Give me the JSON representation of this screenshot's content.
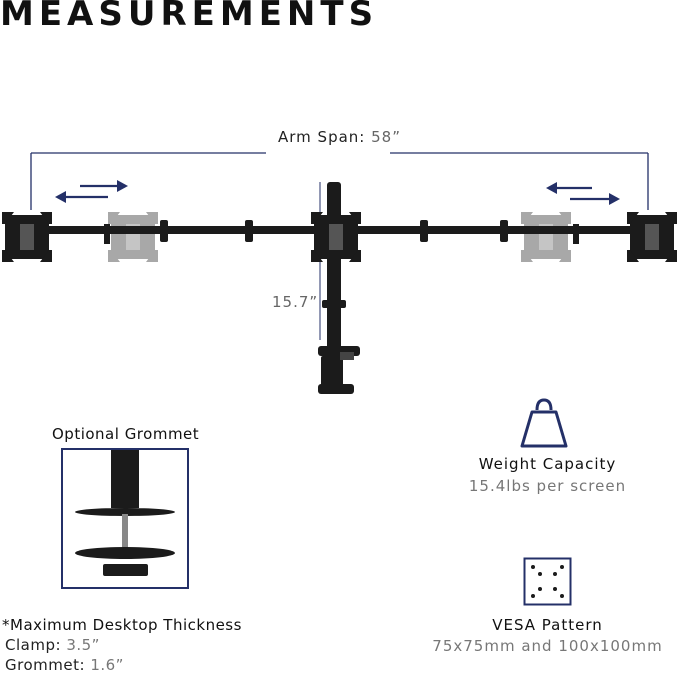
{
  "title": "MEASUREMENTS",
  "arm_span": {
    "label": "Arm Span:",
    "value": "58”"
  },
  "height": {
    "value": "15.7”"
  },
  "grommet": {
    "title": "Optional Grommet"
  },
  "thickness": {
    "title": "*Maximum Desktop Thickness",
    "clamp_label": "Clamp:",
    "clamp_value": "3.5”",
    "grommet_label": "Grommet:",
    "grommet_value": "1.6”"
  },
  "weight": {
    "title": "Weight Capacity",
    "value": "15.4lbs per screen",
    "icon": "weight-icon"
  },
  "vesa": {
    "title": "VESA Pattern",
    "value": "75x75mm and 100x100mm",
    "icon": "vesa-pattern-icon"
  },
  "colors": {
    "accent": "#243068",
    "mount": "#1b1b1b",
    "ghost": "#8c8c8c"
  }
}
